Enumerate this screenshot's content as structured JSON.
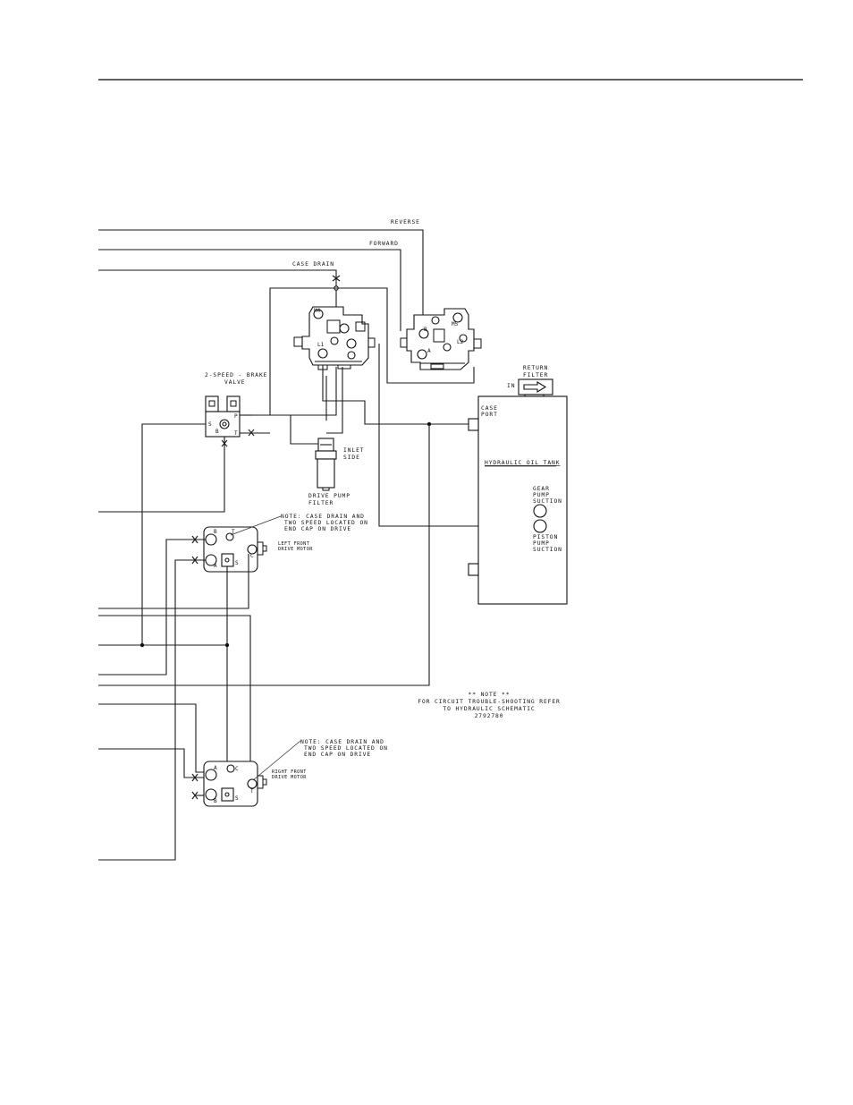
{
  "labels": {
    "reverse": "REVERSE",
    "forward": "FORWARD",
    "case_drain": "CASE DRAIN",
    "m4": "M4",
    "m5": "M5",
    "l1": "L1",
    "l2": "L2",
    "b_pump": "B",
    "a_pump": "A",
    "two_speed_brake_valve": [
      "2-SPEED - BRAKE",
      "VALVE"
    ],
    "valve_ports": {
      "s": "S",
      "b": "B",
      "p": "P",
      "t": "T"
    },
    "return_filter": [
      "RETURN",
      "FILTER"
    ],
    "in": "IN",
    "case_port": [
      "CASE",
      "PORT"
    ],
    "hydraulic_oil_tank": "HYDRAULIC OIL TANK",
    "inlet_side": [
      "INLET",
      "SIDE"
    ],
    "drive_pump_filter": [
      "DRIVE PUMP",
      "FILTER"
    ],
    "gear_pump_suction": [
      "GEAR",
      "PUMP",
      "SUCTION"
    ],
    "piston_pump_suction": [
      "PISTON",
      "PUMP",
      "SUCTION"
    ],
    "note_left": [
      "NOTE: CASE DRAIN AND",
      "TWO SPEED LOCATED ON",
      "END CAP ON DRIVE"
    ],
    "left_front_drive_motor": [
      "LEFT FRONT",
      "DRIVE MOTOR"
    ],
    "left_motor_ports": {
      "b": "B",
      "a": "A",
      "t": "T",
      "s": "S",
      "c": "C"
    },
    "main_note": [
      "** NOTE **",
      "FOR CIRCUIT TROUBLE-SHOOTING REFER",
      "TO HYDRAULIC SCHEMATIC",
      "2792780"
    ],
    "note_right": [
      "NOTE: CASE DRAIN AND",
      "TWO SPEED LOCATED ON",
      "END CAP ON DRIVE"
    ],
    "right_front_drive_motor": [
      "RIGHT FRONT",
      "DRIVE MOTOR"
    ],
    "right_motor_ports": {
      "a": "A",
      "b": "B",
      "c": "C",
      "s": "S",
      "t": "T"
    }
  }
}
